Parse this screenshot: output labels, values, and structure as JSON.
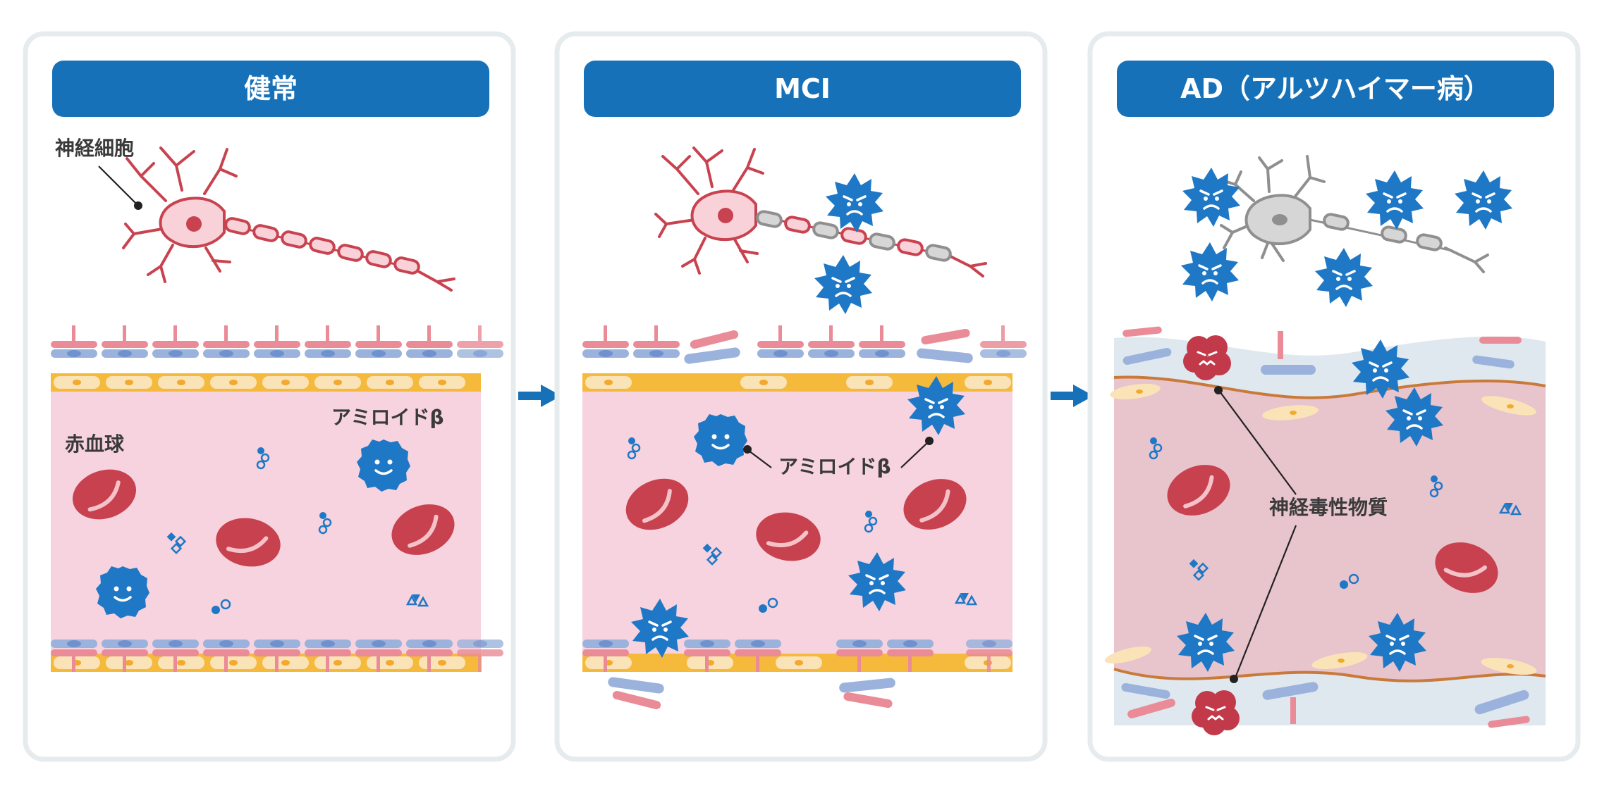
{
  "panels": [
    {
      "header": "健常",
      "labels": {
        "neuron": "神経細胞",
        "rbc": "赤血球",
        "amyloid": "アミロイドβ"
      }
    },
    {
      "header": "MCI",
      "labels": {
        "amyloid": "アミロイドβ"
      }
    },
    {
      "header": "AD（アルツハイマー病）",
      "labels": {
        "toxic": "神経毒性物質"
      }
    }
  ],
  "colors": {
    "header": "#1671b8",
    "vessel_fill_healthy": "#f6d3de",
    "vessel_fill_ad": "#e8c4cc",
    "rbc": "#c7414f",
    "amyloid": "#1f78c6",
    "toxic": "#c23a4a",
    "neuron_healthy": "#c8434f",
    "neuron_dead": "#8f8f8f",
    "endothelium": "#f5c542",
    "arrow": "#1671b8"
  },
  "icons": [
    "neuron-icon",
    "red-blood-cell-icon",
    "amyloid-beta-icon",
    "spiky-amyloid-icon",
    "toxic-substance-icon",
    "right-arrow-icon"
  ]
}
